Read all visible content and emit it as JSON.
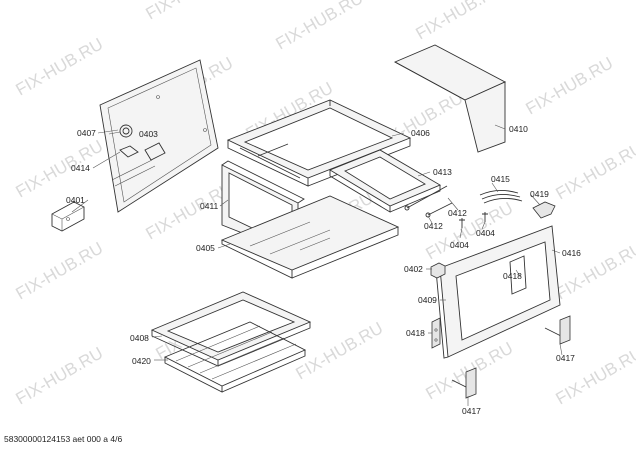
{
  "watermark": {
    "text": "FIX-HUB.RU",
    "color": "#d9d9d9"
  },
  "labels": {
    "p0407": "0407",
    "p0403": "0403",
    "p0414": "0414",
    "p0401": "0401",
    "p0411": "0411",
    "p0405": "0405",
    "p0406": "0406",
    "p0410": "0410",
    "p0413": "0413",
    "p0415": "0415",
    "p0419": "0419",
    "p0412a": "0412",
    "p0412b": "0412",
    "p0404a": "0404",
    "p0404b": "0404",
    "p0416": "0416",
    "p0402": "0402",
    "p0418a": "0418",
    "p0409": "0409",
    "p0418b": "0418",
    "p0417a": "0417",
    "p0417b": "0417",
    "p0408": "0408",
    "p0420": "0420"
  },
  "footer": {
    "code": "58300000124153 aet 000 a 4/6"
  }
}
